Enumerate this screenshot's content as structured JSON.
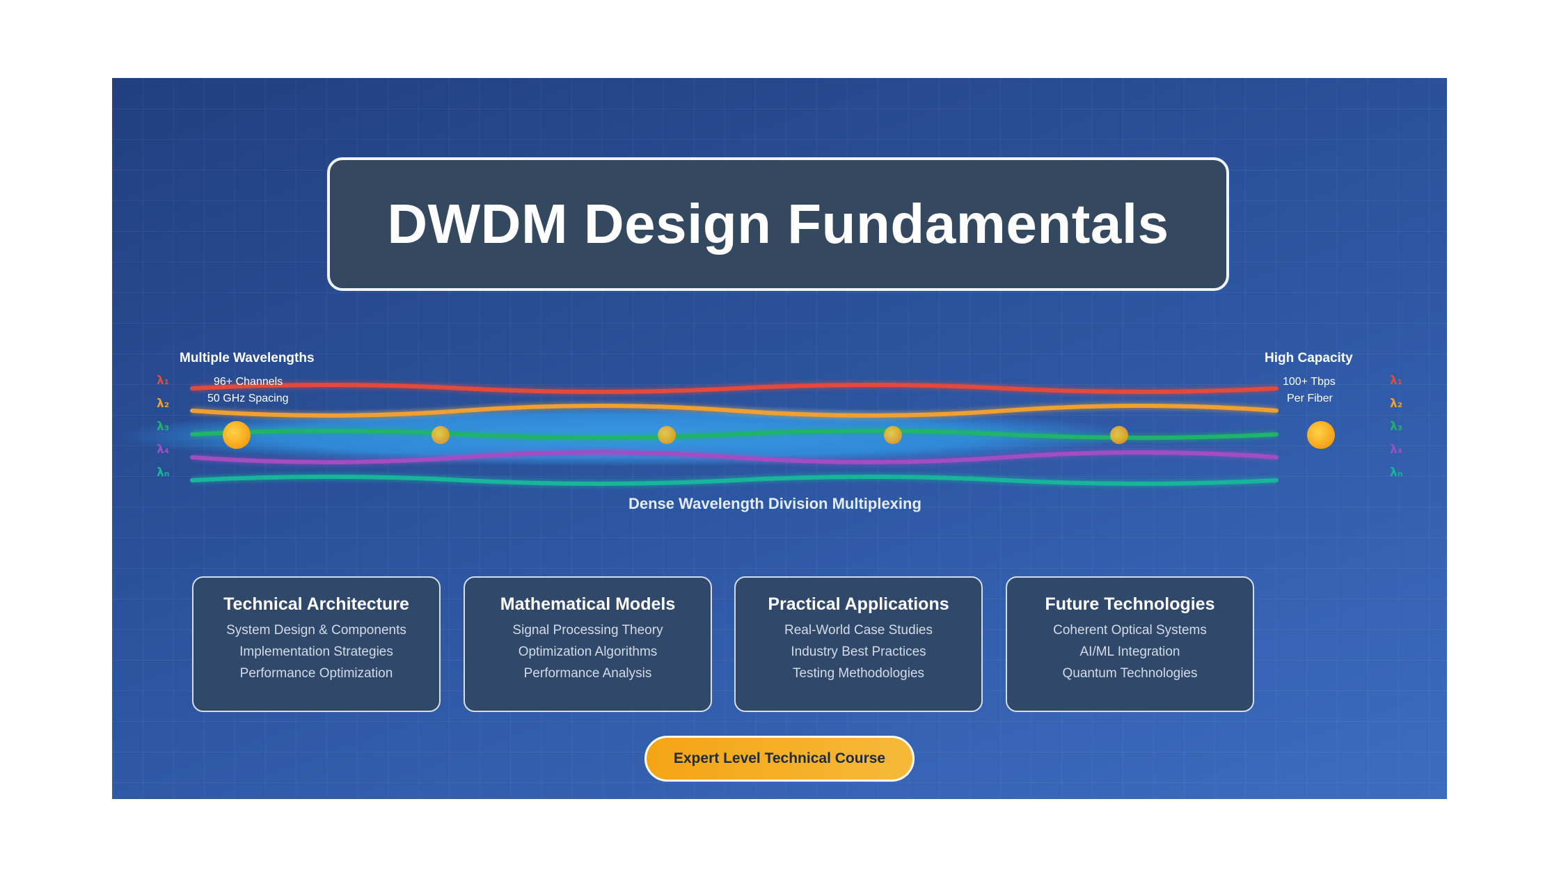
{
  "title": "DWDM Design Fundamentals",
  "diagram": {
    "left_heading": "Multiple Wavelengths",
    "left_lines": [
      "96+ Channels",
      "50 GHz Spacing"
    ],
    "right_heading": "High Capacity",
    "right_lines": [
      "100+ Tbps",
      "Per Fiber"
    ],
    "caption": "Dense Wavelength Division Multiplexing",
    "wavelength_labels": [
      "λ₁",
      "λ₂",
      "λ₃",
      "λ₄",
      "λₙ"
    ],
    "wavelength_colors": [
      "#e44a3c",
      "#f0a030",
      "#1fb36b",
      "#a04ec2",
      "#18b59a"
    ]
  },
  "cards": [
    {
      "title": "Technical Architecture",
      "items": [
        "System Design & Components",
        "Implementation Strategies",
        "Performance Optimization"
      ]
    },
    {
      "title": "Mathematical Models",
      "items": [
        "Signal Processing Theory",
        "Optimization Algorithms",
        "Performance Analysis"
      ]
    },
    {
      "title": "Practical Applications",
      "items": [
        "Real-World Case Studies",
        "Industry Best Practices",
        "Testing Methodologies"
      ]
    },
    {
      "title": "Future Technologies",
      "items": [
        "Coherent Optical Systems",
        "AI/ML Integration",
        "Quantum Technologies"
      ]
    }
  ],
  "cta": "Expert Level Technical Course",
  "colors": {
    "accent": "#f3a514",
    "panel": "#30486a",
    "background": "#2c55a0"
  }
}
